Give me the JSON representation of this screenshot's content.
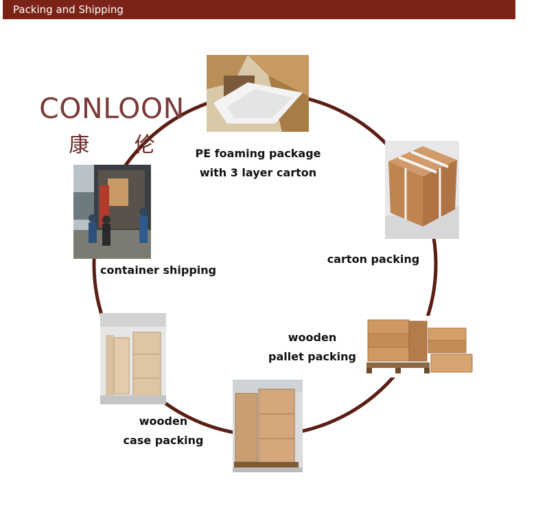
{
  "header": {
    "title": "Packing and Shipping"
  },
  "logo": {
    "text_en": "CONLOON",
    "text_cn": "康 伦"
  },
  "steps": {
    "pe_foaming": {
      "line1": "PE foaming package",
      "line2": "with 3 layer carton"
    },
    "carton": {
      "line1": "carton packing"
    },
    "pallet": {
      "line1": "wooden",
      "line2": "pallet packing"
    },
    "case": {
      "line1": "wooden",
      "line2": "case packing"
    },
    "container": {
      "line1": "container shipping"
    }
  },
  "colors": {
    "header_bg": "#7a2316",
    "circle": "#5a1e14",
    "logo": "#7a3a37"
  }
}
